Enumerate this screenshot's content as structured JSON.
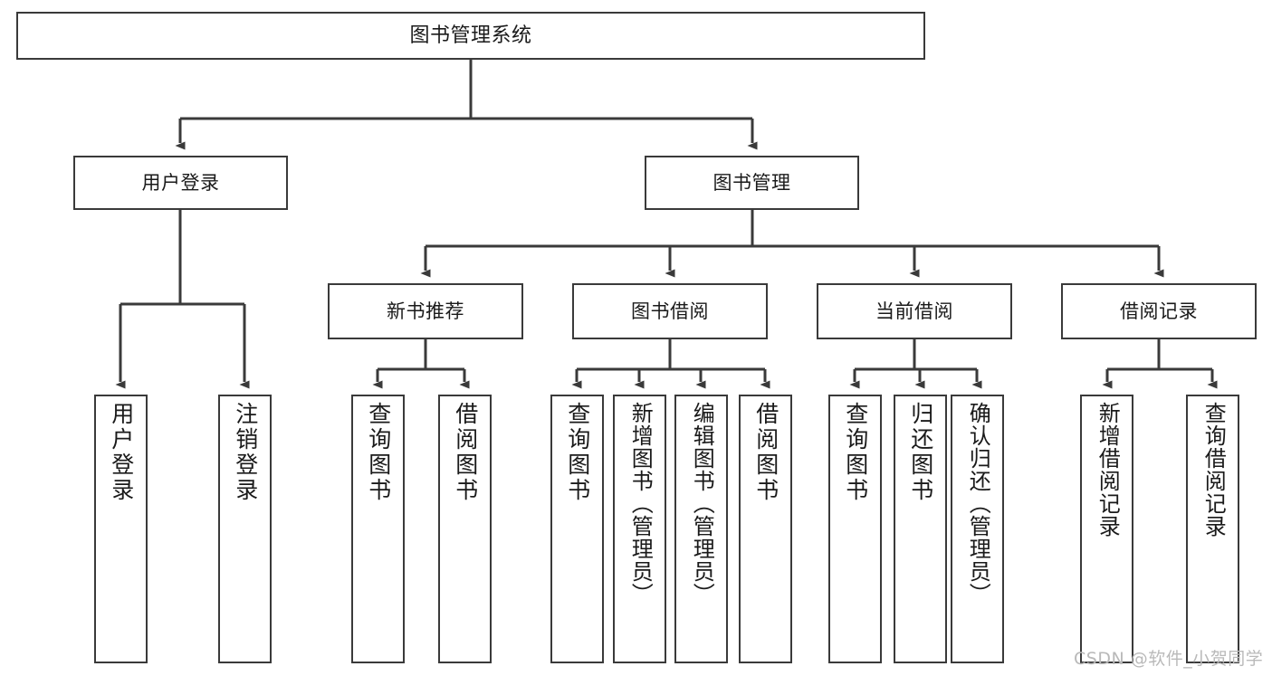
{
  "diagram": {
    "title": "图书管理系统",
    "type": "functional-structure-tree",
    "root": {
      "label": "图书管理系统"
    },
    "level2": [
      {
        "label": "用户登录"
      },
      {
        "label": "图书管理"
      }
    ],
    "level3": [
      {
        "label": "新书推荐"
      },
      {
        "label": "图书借阅"
      },
      {
        "label": "当前借阅"
      },
      {
        "label": "借阅记录"
      }
    ],
    "leaves": {
      "user_login": [
        {
          "label": "用户登录"
        },
        {
          "label": "注销登录"
        }
      ],
      "new_book_recommend": [
        {
          "label": "查询图书"
        },
        {
          "label": "借阅图书"
        }
      ],
      "book_borrow": [
        {
          "label": "查询图书"
        },
        {
          "label": "新增图书（管理员）"
        },
        {
          "label": "编辑图书（管理员）"
        },
        {
          "label": "借阅图书"
        }
      ],
      "current_borrow": [
        {
          "label": "查询图书"
        },
        {
          "label": "归还图书"
        },
        {
          "label": "确认归还（管理员）"
        }
      ],
      "borrow_record": [
        {
          "label": "新增借阅记录"
        },
        {
          "label": "查询借阅记录"
        }
      ]
    }
  },
  "watermark": {
    "text": "CSDN @软件_小贺同学"
  },
  "colors": {
    "box_border": "#3a3a3a",
    "box_fill": "#ffffff",
    "connector": "#3a3a3a",
    "text": "#1a1a1a",
    "watermark": "#b9b9b9",
    "background": "#ffffff"
  }
}
